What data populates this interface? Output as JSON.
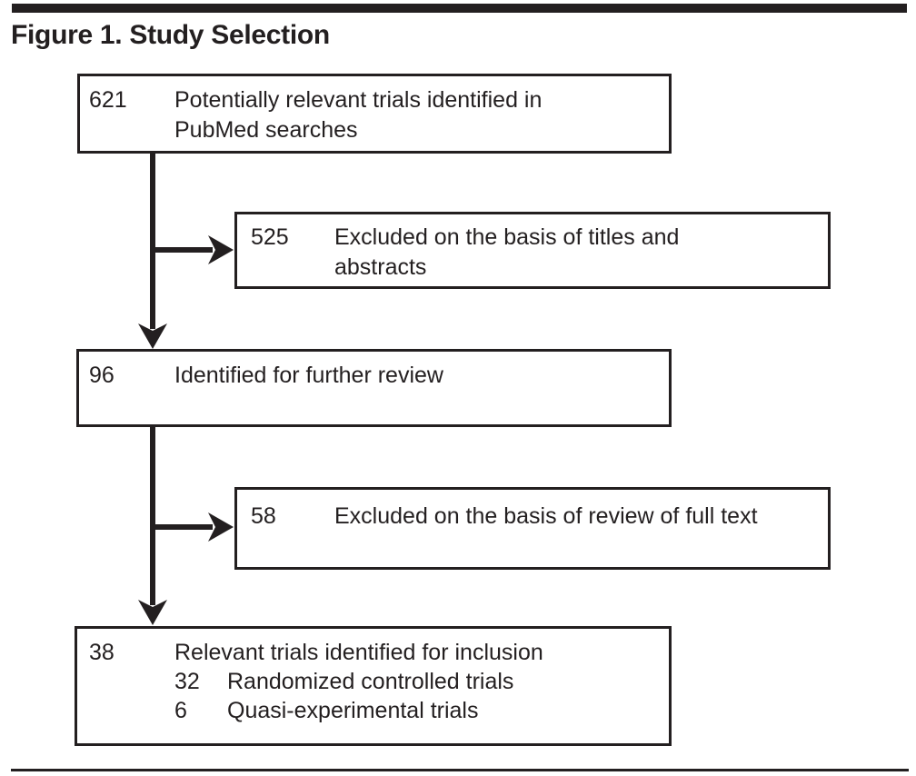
{
  "title": "Figure 1. Study Selection",
  "colors": {
    "ink": "#231f20",
    "background": "#ffffff"
  },
  "flowchart": {
    "boxes": [
      {
        "count": "621",
        "lines": [
          "Potentially relevant trials identified in",
          "PubMed searches"
        ]
      },
      {
        "count": "525",
        "lines": [
          "Excluded on the basis of titles and",
          "abstracts"
        ]
      },
      {
        "count": "96",
        "lines": [
          "Identified for further review"
        ]
      },
      {
        "count": "58",
        "lines": [
          "Excluded on the basis of review of full text"
        ]
      },
      {
        "count": "38",
        "lines": [
          "Relevant trials identified for inclusion"
        ],
        "sub_items": [
          {
            "count": "32",
            "label": "Randomized controlled trials"
          },
          {
            "count": "6",
            "label": "Quasi-experimental trials"
          }
        ]
      }
    ]
  }
}
